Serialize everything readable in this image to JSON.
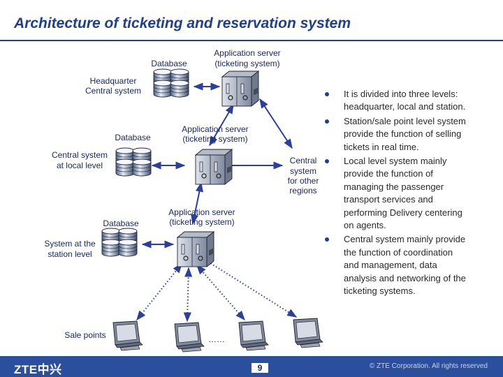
{
  "title": "Architecture of ticketing and reservation system",
  "labels": {
    "db_top": "Database",
    "app_top": [
      "Application server",
      "(ticketing system)"
    ],
    "hq": [
      "Headquarter",
      "Central system"
    ],
    "db_mid": "Database",
    "app_mid": [
      "Application server",
      "(ticketing system)"
    ],
    "central_local": [
      "Central system",
      "at local level"
    ],
    "central_other": [
      "Central",
      "system",
      "for other",
      "regions"
    ],
    "db_low": "Database",
    "app_low": [
      "Application server",
      "(ticketing system)"
    ],
    "station": [
      "System at the",
      "station level"
    ],
    "sale": "Sale points",
    "ellipsis": "……"
  },
  "bullets": [
    [
      "It is divided into three levels:",
      "headquarter, local and station."
    ],
    [
      "Station/sale point level system",
      "provide the function of selling",
      "tickets in real time."
    ],
    [
      "Local level system mainly",
      "provide the function of",
      "managing the passenger",
      "transport services and",
      "performing Delivery centering",
      "on agents."
    ],
    [
      "Central system mainly provide",
      "the function of coordination",
      "and management, data",
      "analysis and networking of the",
      "ticketing systems."
    ]
  ],
  "footer": {
    "logo": "ZTE中兴",
    "page": "9",
    "copyright": "© ZTE Corporation. All rights reserved"
  },
  "colors": {
    "title": "#1f3f8f",
    "arrow": "#2b3f9e",
    "footer": "#2b4f9c"
  },
  "icons": [
    "database-icon",
    "server-icon",
    "terminal-icon"
  ]
}
